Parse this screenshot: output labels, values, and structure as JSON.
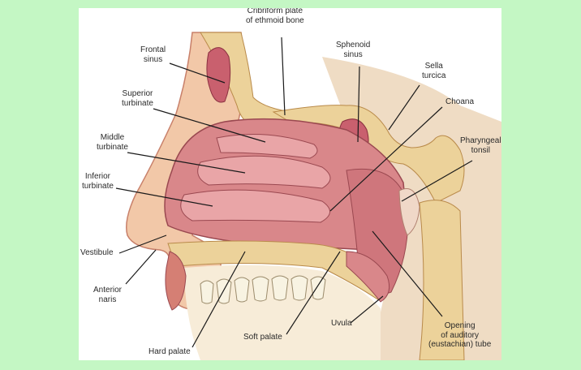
{
  "labels": {
    "cribriform_plate": "Cribriform plate\nof ethmoid bone",
    "frontal_sinus": "Frontal\nsinus",
    "sphenoid_sinus": "Sphenoid\nsinus",
    "sella_turcica": "Sella\nturcica",
    "choana": "Choana",
    "superior_turbinate": "Superior\nturbinate",
    "middle_turbinate": "Middle\nturbinate",
    "inferior_turbinate": "Inferior\nturbinate",
    "pharyngeal_tonsil": "Pharyngeal\ntonsil",
    "vestibule": "Vestibule",
    "anterior_naris": "Anterior\nnaris",
    "uvula": "Uvula",
    "opening_auditory_tube": "Opening\nof auditory\n(eustachian) tube",
    "soft_palate": "Soft palate",
    "hard_palate": "Hard palate"
  },
  "colors": {
    "page_background": "#c4f7c4",
    "panel_background": "#ffffff",
    "mucosa": "#d9878a",
    "bone": "#ecd29a",
    "skin": "#f2c8a8",
    "leader_line": "#1a1a1a"
  }
}
